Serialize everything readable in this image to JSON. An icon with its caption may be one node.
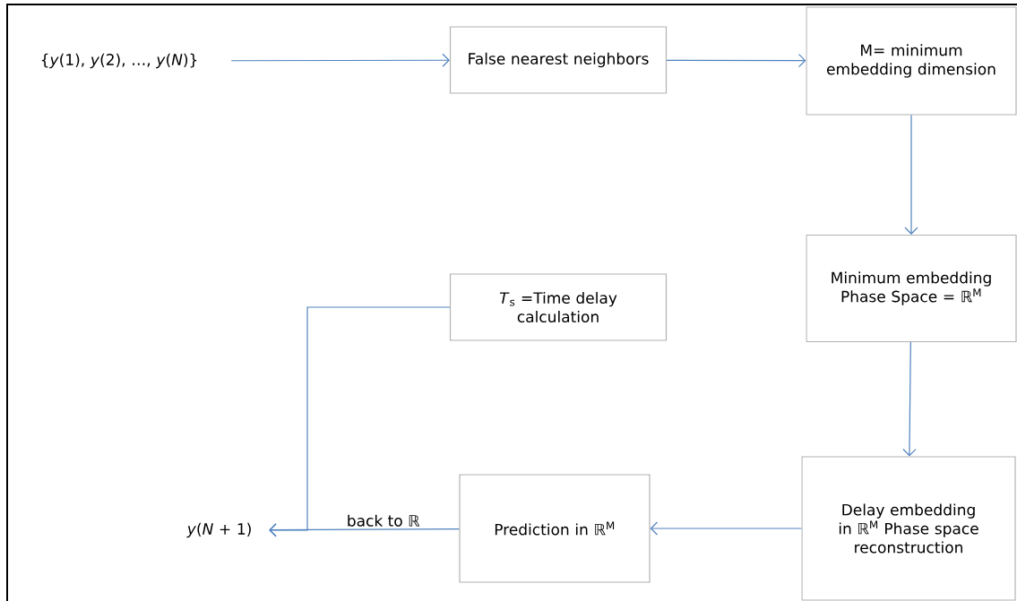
{
  "diagram": {
    "nodes": [
      {
        "text": [
          "{*y*(1), *y*(2), …, *y*(*N*)}"
        ]
      },
      {
        "text": [
          "False nearest neighbors"
        ]
      },
      {
        "text": [
          "M= minimum embedding dimension"
        ]
      },
      {
        "text": [
          "Minimum embedding Phase Space = ℝ$^{M}$"
        ]
      },
      {
        "text": [
          "*T*$_{s}$ =Time delay calculation"
        ]
      },
      {
        "text": [
          "*y*(*N* + 1)"
        ]
      },
      {
        "text": [
          "Prediction in ℝ$^{M}$"
        ]
      },
      {
        "text": [
          "Delay embedding in ℝ$^{M}$ Phase space reconstruction"
        ]
      }
    ],
    "edges": [
      {
        "from": 0,
        "to": 1,
        "arrow": "to"
      },
      {
        "from": 1,
        "to": 2,
        "arrow": "to"
      },
      {
        "from": 2,
        "to": 3,
        "arrow": "to"
      },
      {
        "from": 3,
        "to": 7,
        "arrow": "to"
      },
      {
        "from": 7,
        "to": 6,
        "arrow": "to"
      },
      {
        "from": 6,
        "to": 5,
        "arrow": "to",
        "label": "back to ℝ"
      },
      {
        "from": 4,
        "to": 5,
        "arrow": "to"
      }
    ]
  }
}
